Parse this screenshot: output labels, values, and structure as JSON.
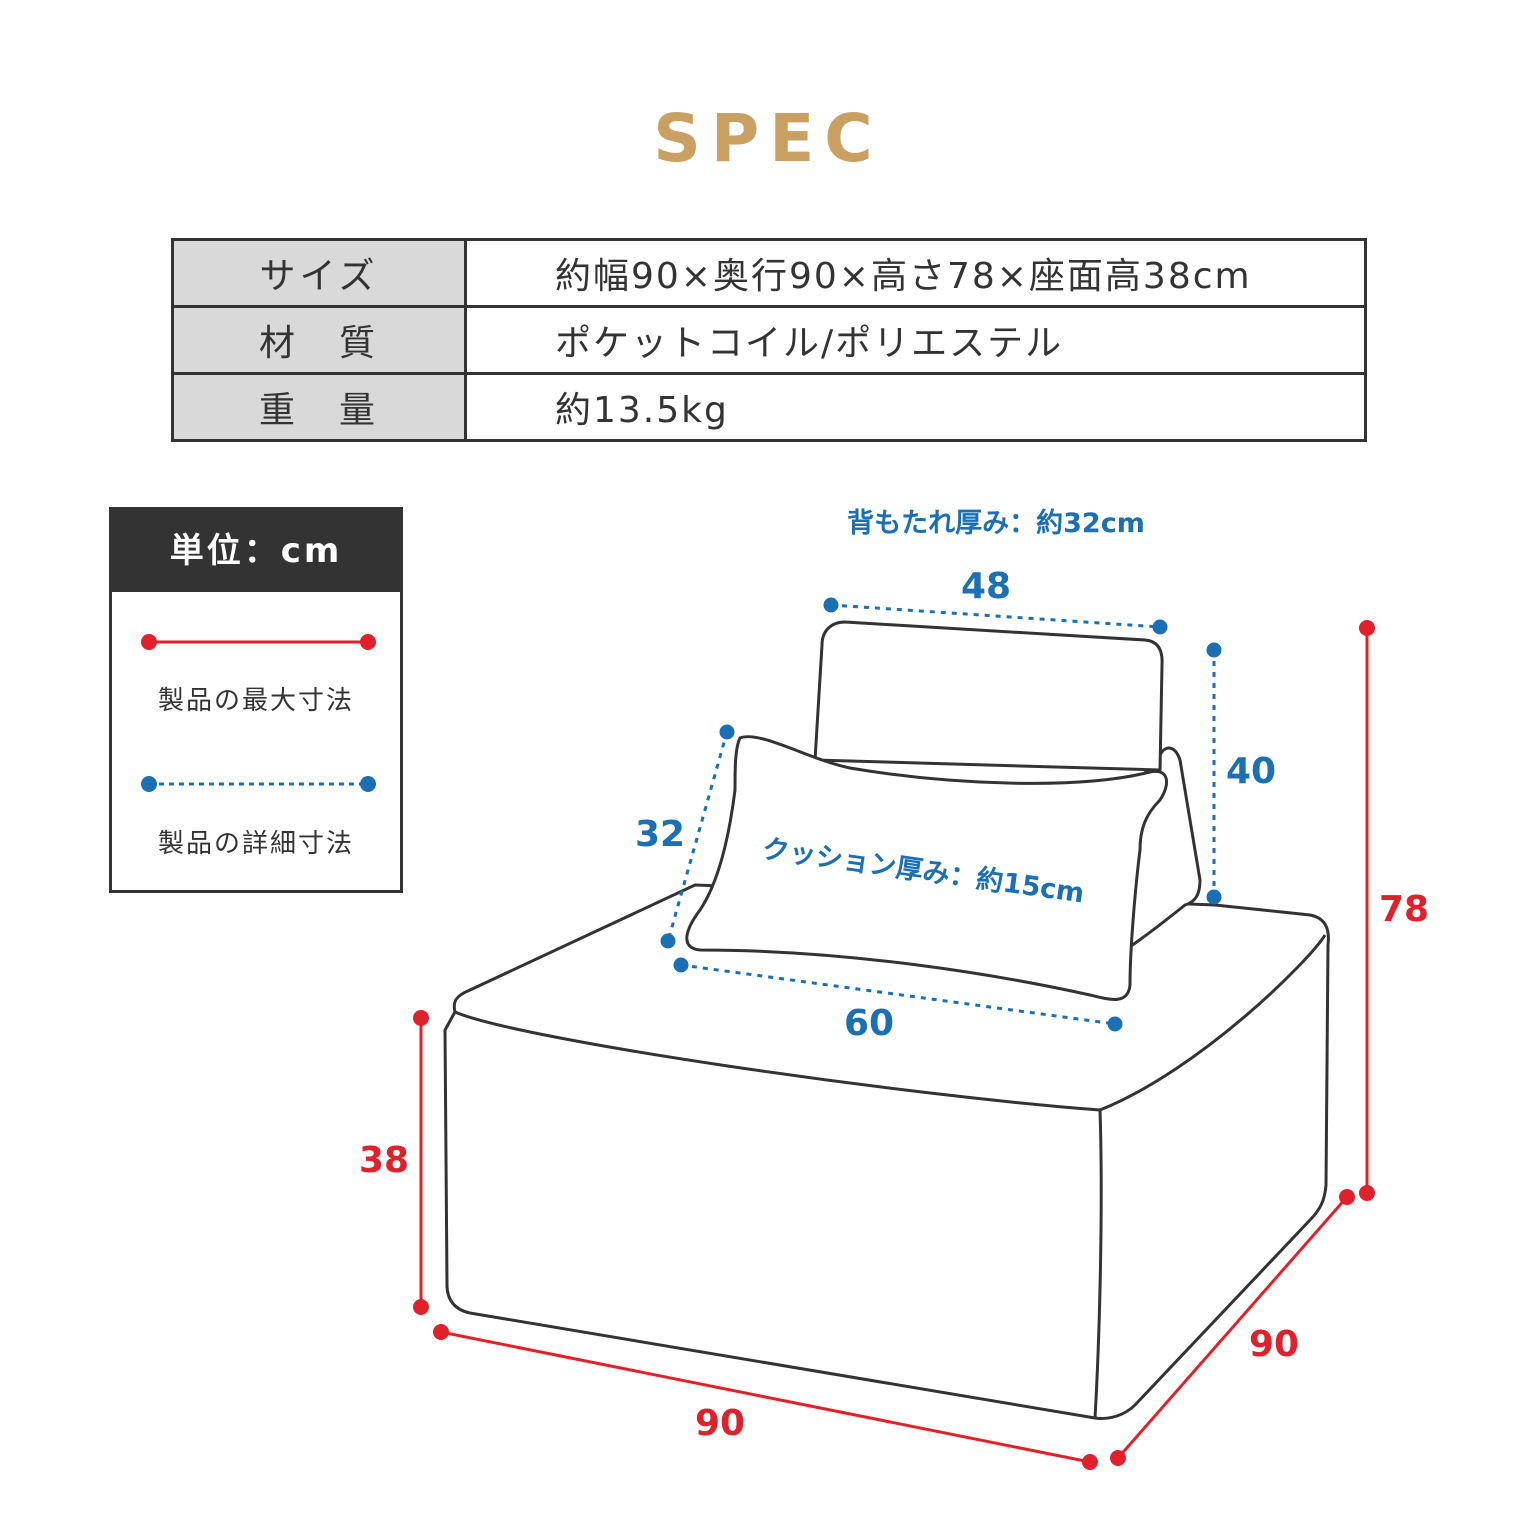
{
  "title": "SPEC",
  "spec_table": [
    {
      "label": "サイズ",
      "value": "約幅90×奥行90×高さ78×座面高38cm"
    },
    {
      "label": "材　質",
      "value": "ポケットコイル/ポリエステル"
    },
    {
      "label": "重　量",
      "value": "約13.5kg"
    }
  ],
  "legend": {
    "unit": "単位：cm",
    "max_label": "製品の最大寸法",
    "detail_label": "製品の詳細寸法"
  },
  "dimensions": {
    "backrest_thickness": "背もたれ厚み：約32cm",
    "cushion_thickness": "クッション厚み：約15cm",
    "backrest_width": "48",
    "backrest_height": "40",
    "cushion_height": "32",
    "cushion_width": "60",
    "total_height": "78",
    "seat_height": "38",
    "width": "90",
    "depth": "90"
  },
  "colors": {
    "accent_gold": "#c9a061",
    "max_dimension_red": "#e0202a",
    "detail_dimension_blue": "#1a6fb5",
    "line_dark": "#333333"
  }
}
